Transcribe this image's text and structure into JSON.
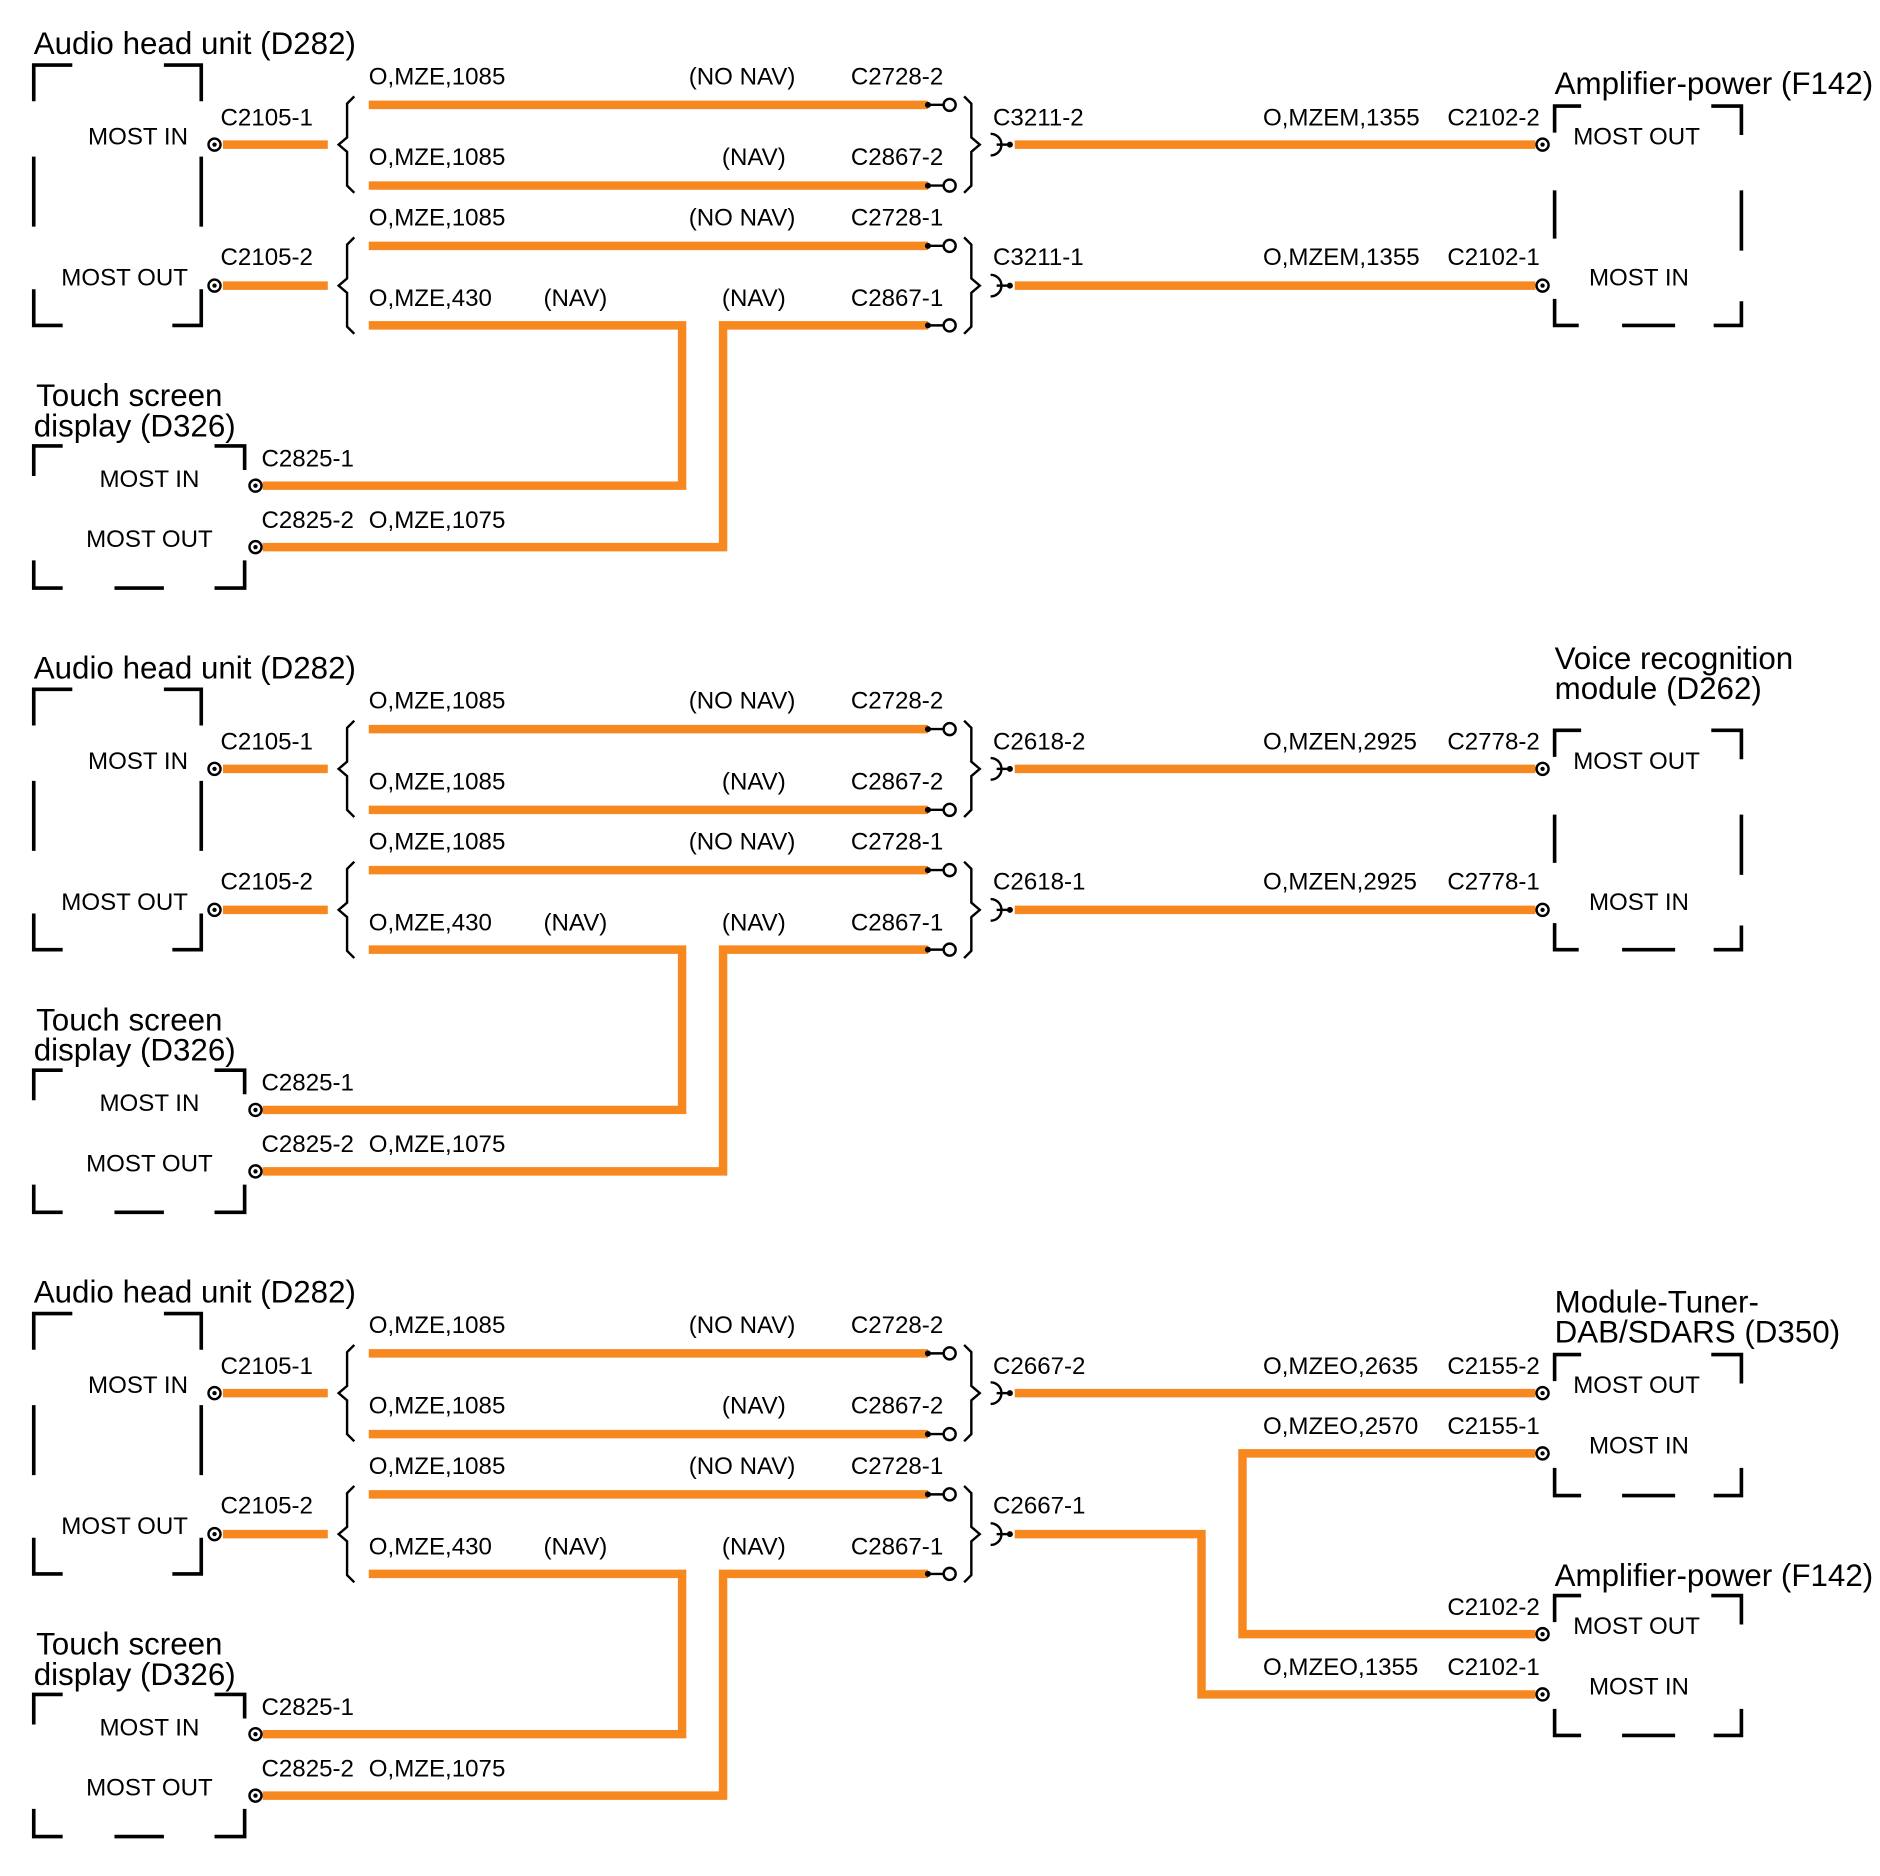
{
  "colors": {
    "wire": "#F7871F",
    "line": "#000000",
    "background": "#FFFFFF"
  },
  "diagrams": [
    {
      "head_title": "Audio head unit (D282)",
      "head_in": "MOST IN",
      "head_out": "MOST OUT",
      "h1": "C2105-1",
      "h2": "C2105-2",
      "w1": "O,MZE,1085",
      "w1n": "(NO NAV)",
      "c1": "C2728-2",
      "w2": "O,MZE,1085",
      "w2n": "(NAV)",
      "c2": "C2867-2",
      "w3": "O,MZE,1085",
      "w3n": "(NO NAV)",
      "c3": "C2728-1",
      "w4": "O,MZE,430",
      "w4n": "(NAV)",
      "w4n2": "(NAV)",
      "c4": "C2867-1",
      "j1": "C3211-2",
      "j2": "C3211-1",
      "r1w": "O,MZEM,1355",
      "r1c": "C2102-2",
      "r2w": "O,MZEM,1355",
      "r2c": "C2102-1",
      "dev_title_1": "Amplifier-power (F142)",
      "dev_title_2": "",
      "dev_out": "MOST OUT",
      "dev_in": "MOST IN",
      "ts_title_1": "Touch screen",
      "ts_title_2": "display (D326)",
      "ts_in": "MOST IN",
      "ts_out": "MOST OUT",
      "t1": "C2825-1",
      "t2": "C2825-2",
      "t2w": "O,MZE,1075"
    },
    {
      "head_title": "Audio head unit (D282)",
      "head_in": "MOST IN",
      "head_out": "MOST OUT",
      "h1": "C2105-1",
      "h2": "C2105-2",
      "w1": "O,MZE,1085",
      "w1n": "(NO NAV)",
      "c1": "C2728-2",
      "w2": "O,MZE,1085",
      "w2n": "(NAV)",
      "c2": "C2867-2",
      "w3": "O,MZE,1085",
      "w3n": "(NO NAV)",
      "c3": "C2728-1",
      "w4": "O,MZE,430",
      "w4n": "(NAV)",
      "w4n2": "(NAV)",
      "c4": "C2867-1",
      "j1": "C2618-2",
      "j2": "C2618-1",
      "r1w": "O,MZEN,2925",
      "r1c": "C2778-2",
      "r2w": "O,MZEN,2925",
      "r2c": "C2778-1",
      "dev_title_1": "Voice recognition",
      "dev_title_2": "module (D262)",
      "dev_out": "MOST OUT",
      "dev_in": "MOST IN",
      "ts_title_1": "Touch screen",
      "ts_title_2": "display (D326)",
      "ts_in": "MOST IN",
      "ts_out": "MOST OUT",
      "t1": "C2825-1",
      "t2": "C2825-2",
      "t2w": "O,MZE,1075"
    },
    {
      "head_title": "Audio head unit (D282)",
      "head_in": "MOST IN",
      "head_out": "MOST OUT",
      "h1": "C2105-1",
      "h2": "C2105-2",
      "w1": "O,MZE,1085",
      "w1n": "(NO NAV)",
      "c1": "C2728-2",
      "w2": "O,MZE,1085",
      "w2n": "(NAV)",
      "c2": "C2867-2",
      "w3": "O,MZE,1085",
      "w3n": "(NO NAV)",
      "c3": "C2728-1",
      "w4": "O,MZE,430",
      "w4n": "(NAV)",
      "w4n2": "(NAV)",
      "c4": "C2867-1",
      "j1": "C2667-2",
      "j2": "C2667-1",
      "tuner_wire_out": "O,MZEO,2635",
      "tuner_c_out": "C2155-2",
      "tuner_wire_in": "O,MZEO,2570",
      "tuner_c_in": "C2155-1",
      "tuner_title_1": "Module-Tuner-",
      "tuner_title_2": "DAB/SDARS (D350)",
      "tuner_out": "MOST OUT",
      "tuner_in": "MOST IN",
      "amp_title": "Amplifier-power (F142)",
      "amp_c_out": "C2102-2",
      "amp_wire_in": "O,MZEO,1355",
      "amp_c_in": "C2102-1",
      "amp_out": "MOST OUT",
      "amp_in": "MOST IN",
      "ts_title_1": "Touch screen",
      "ts_title_2": "display (D326)",
      "ts_in": "MOST IN",
      "ts_out": "MOST OUT",
      "t1": "C2825-1",
      "t2": "C2825-2",
      "t2w": "O,MZE,1075"
    }
  ]
}
